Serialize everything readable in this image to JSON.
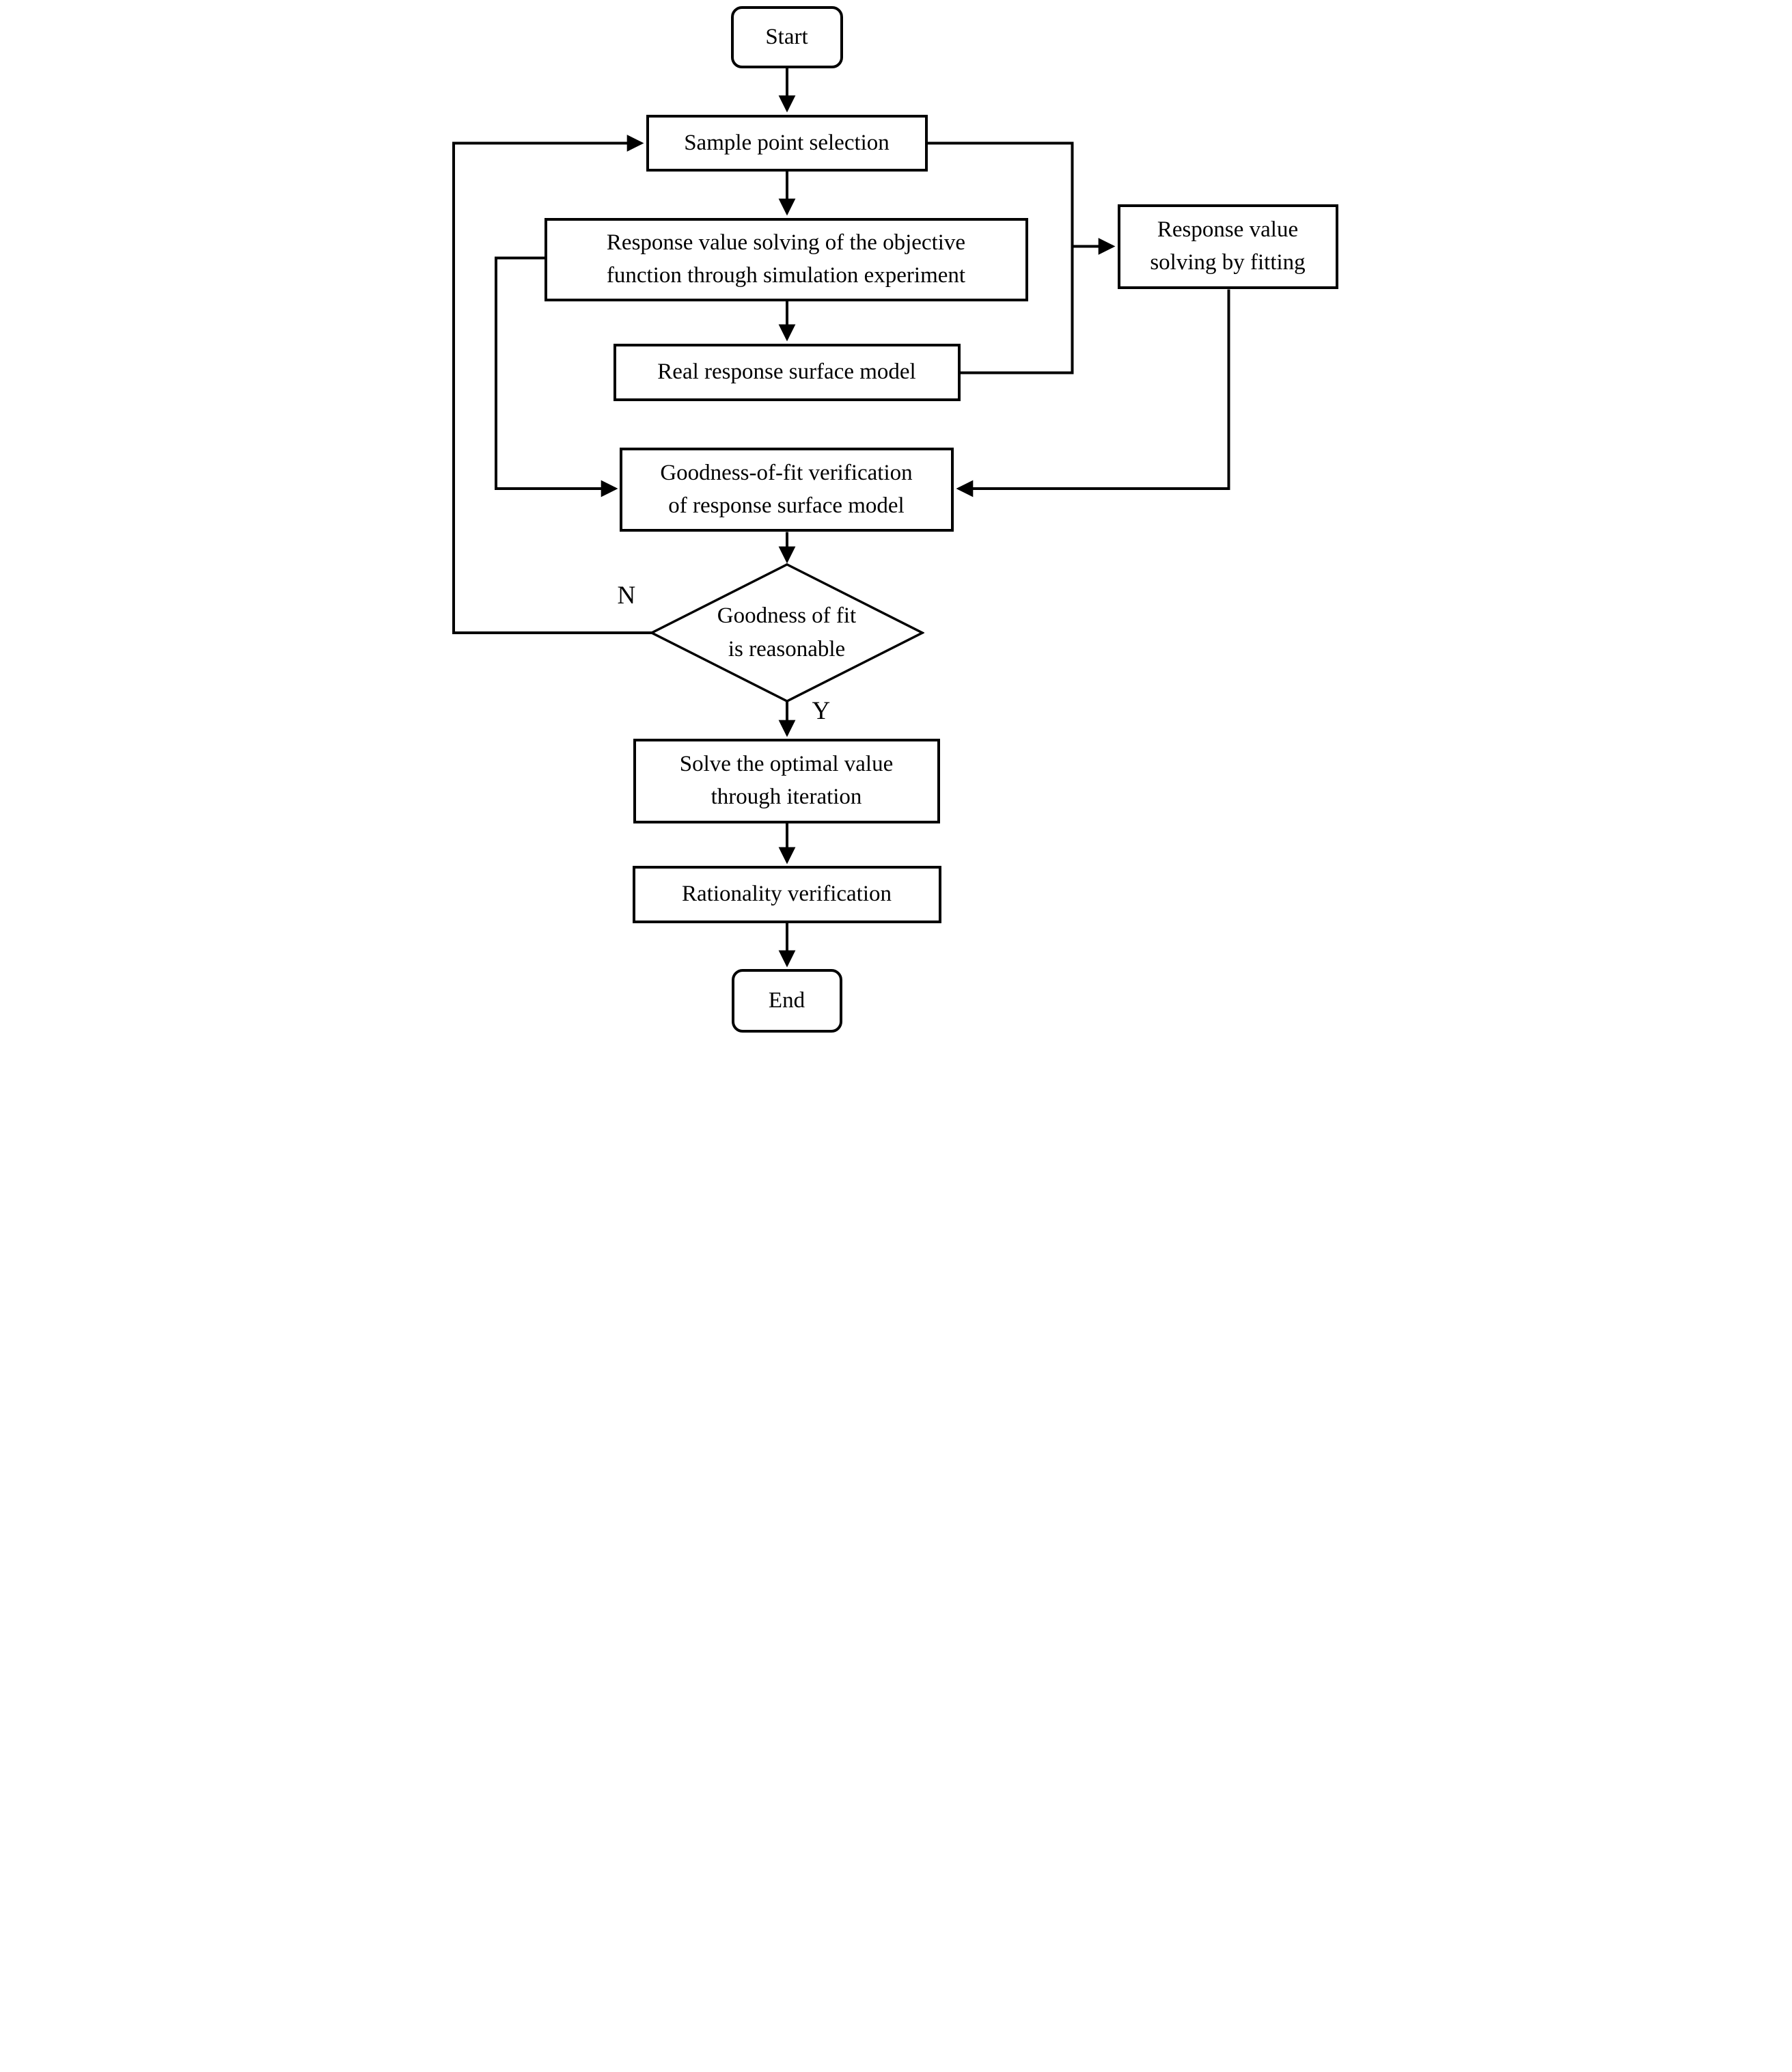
{
  "diagram": {
    "type": "flowchart",
    "colors": {
      "stroke": "#000000",
      "background": "#ffffff",
      "text": "#000000"
    },
    "nodes": {
      "start": {
        "label": "Start",
        "shape": "terminator"
      },
      "sample": {
        "label": "Sample point selection",
        "shape": "process"
      },
      "simulation": {
        "line1": "Response value solving of the objective",
        "line2": "function through simulation experiment",
        "shape": "process"
      },
      "real_model": {
        "label": "Real response surface model",
        "shape": "process"
      },
      "fitting": {
        "line1": "Response value",
        "line2": "solving by fitting",
        "shape": "process"
      },
      "goodness": {
        "line1": "Goodness-of-fit verification",
        "line2": "of response surface model",
        "shape": "process"
      },
      "decision": {
        "line1": "Goodness of fit",
        "line2": "is reasonable",
        "shape": "decision"
      },
      "solve": {
        "line1": "Solve the optimal value",
        "line2": "through iteration",
        "shape": "process"
      },
      "rationality": {
        "label": "Rationality verification",
        "shape": "process"
      },
      "end": {
        "label": "End",
        "shape": "terminator"
      }
    },
    "branch_labels": {
      "no": "N",
      "yes": "Y"
    }
  }
}
